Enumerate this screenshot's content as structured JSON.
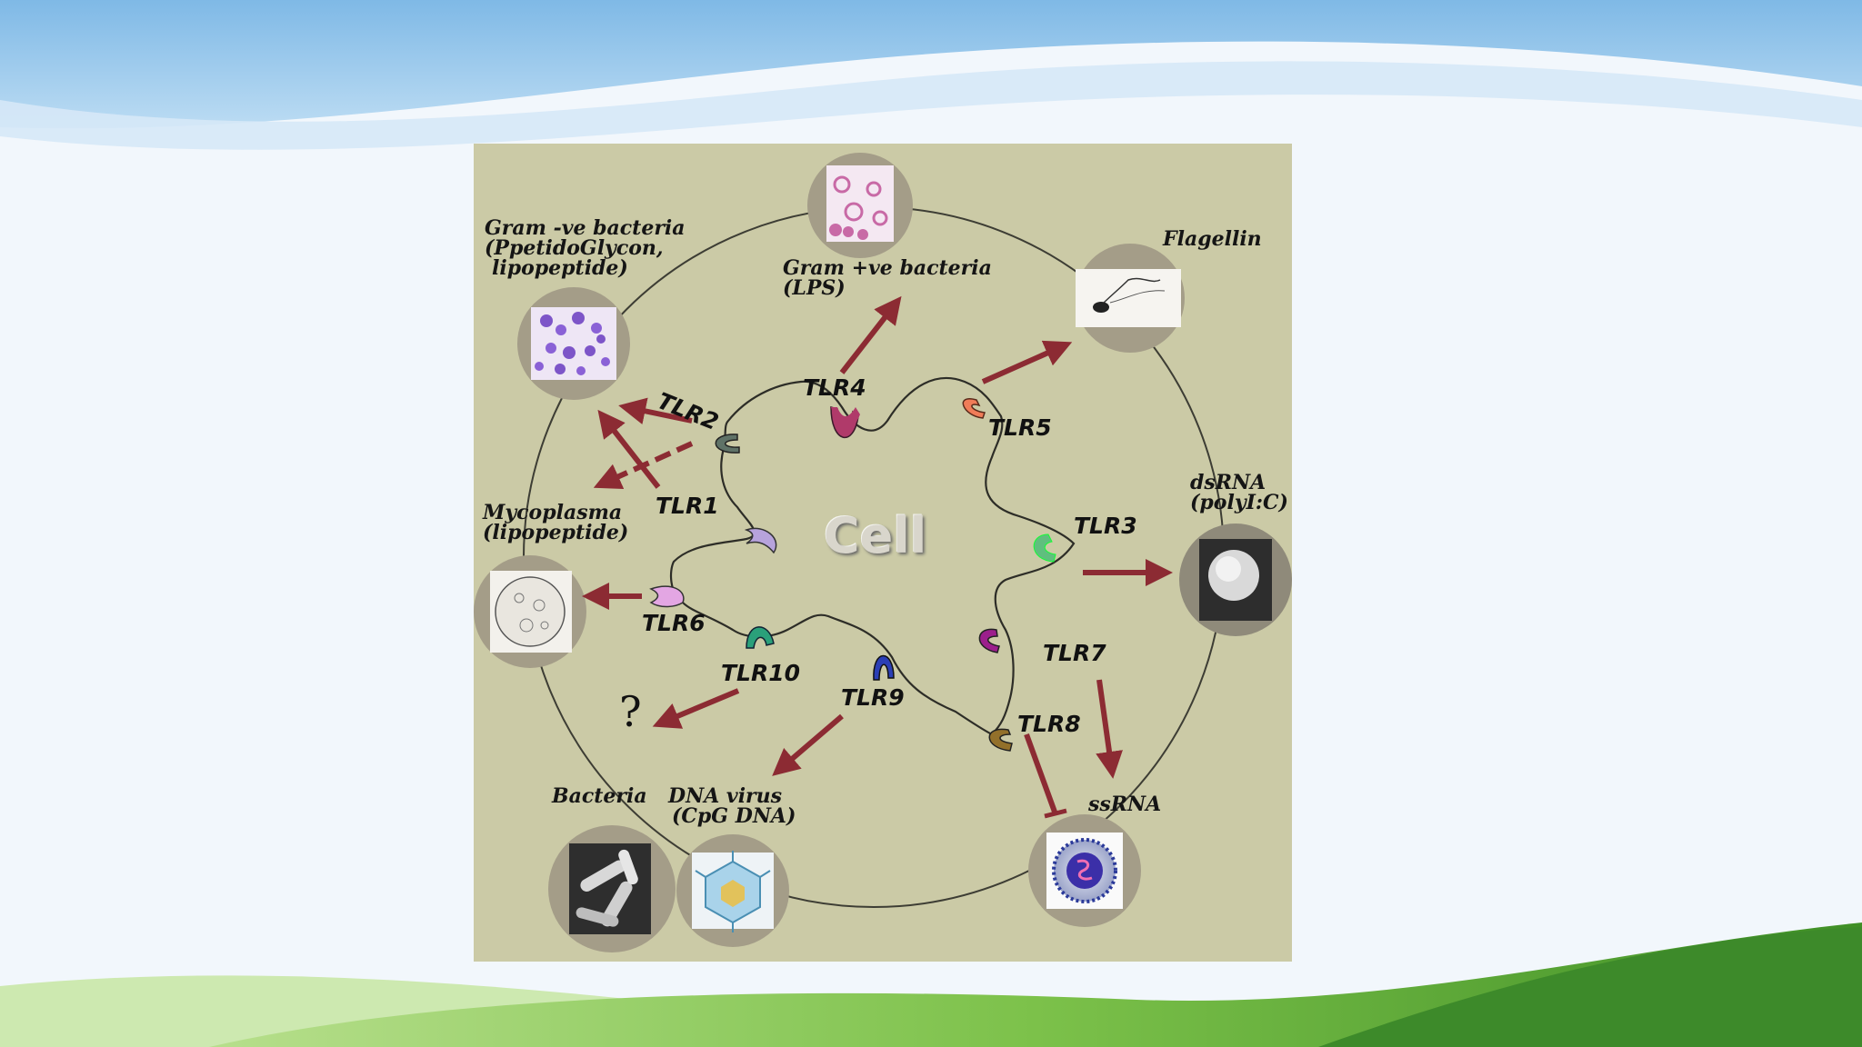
{
  "diagram": {
    "cell_label": "Cell",
    "unknown_ligand": "?",
    "receptors": [
      {
        "id": "tlr1",
        "label": "TLR1",
        "color": "#b7a3dc"
      },
      {
        "id": "tlr2",
        "label": "TLR2",
        "color": "#5f7267"
      },
      {
        "id": "tlr3",
        "label": "TLR3",
        "color": "#5fbf7e"
      },
      {
        "id": "tlr4",
        "label": "TLR4",
        "color": "#b03a6a"
      },
      {
        "id": "tlr5",
        "label": "TLR5",
        "color": "#f07c58"
      },
      {
        "id": "tlr6",
        "label": "TLR6",
        "color": "#e3a6e3"
      },
      {
        "id": "tlr7",
        "label": "TLR7",
        "color": "#9c1f8c"
      },
      {
        "id": "tlr8",
        "label": "TLR8",
        "color": "#93702a"
      },
      {
        "id": "tlr9",
        "label": "TLR9",
        "color": "#2b3fb5"
      },
      {
        "id": "tlr10",
        "label": "TLR10",
        "color": "#2aa07a"
      }
    ],
    "ligands": {
      "gram_neg": [
        "Gram -ve bacteria",
        "(PpetidoGlycon,",
        "lipopeptide)"
      ],
      "gram_pos": [
        "Gram +ve bacteria",
        "(LPS)"
      ],
      "flagellin": [
        "Flagellin"
      ],
      "dsrna": [
        "dsRNA",
        "(polyI:C)"
      ],
      "mycoplasma": [
        "Mycoplasma",
        "(lipopeptide)"
      ],
      "bacteria": [
        "Bacteria"
      ],
      "dna_virus": [
        "DNA virus",
        "(CpG DNA)"
      ],
      "ssrna": [
        "ssRNA"
      ]
    },
    "colors": {
      "panel": "#cbcaa6",
      "arrow": "#8c2b33",
      "circle_line": "#3d3d34",
      "sky": "#8fc3ea",
      "grass": "#5caa35"
    }
  }
}
